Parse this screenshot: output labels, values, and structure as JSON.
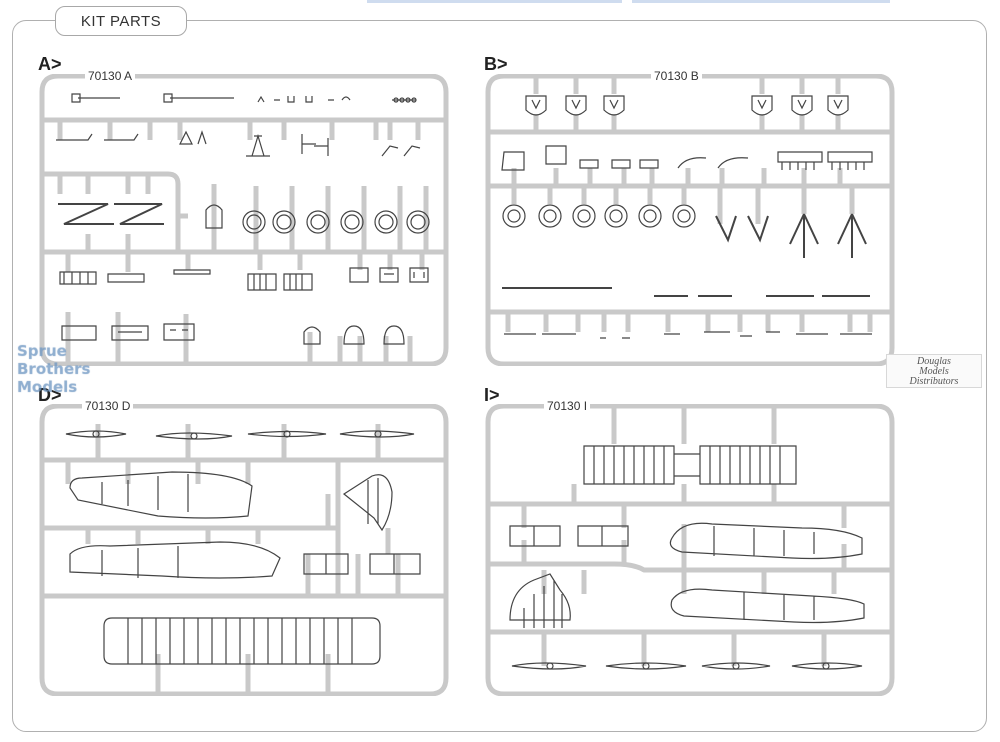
{
  "header": {
    "title": "KIT PARTS"
  },
  "sections": [
    {
      "letter": "A>",
      "code": "70130 A"
    },
    {
      "letter": "B>",
      "code": "70130 B"
    },
    {
      "letter": "D>",
      "code": "70130 D"
    },
    {
      "letter": "I>",
      "code": "70130 I"
    }
  ],
  "watermarks": {
    "sbm": [
      "Sprue",
      "Brothers",
      "Models"
    ],
    "dmd": [
      "Douglas",
      "Models",
      "Distributors"
    ]
  },
  "colors": {
    "sprue": "#c9c9c9",
    "part": "#444444",
    "accent": "#cfdcef"
  }
}
